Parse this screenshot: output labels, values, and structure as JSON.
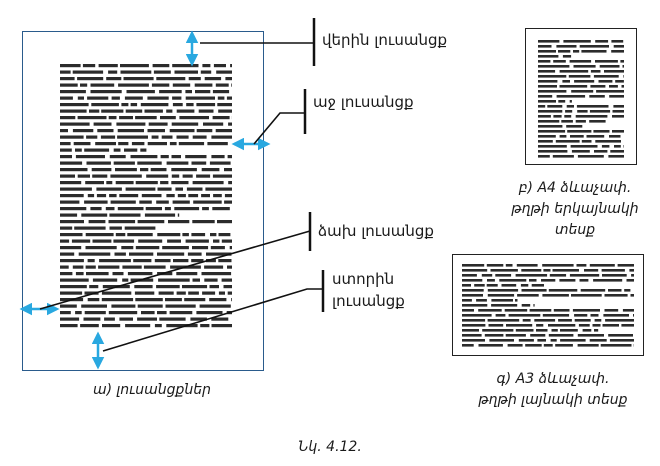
{
  "figure_caption": "Նկ. 4.12.",
  "main_page": {
    "caption": "ա) լուսանցքներ",
    "labels": {
      "top": "վերին լուսանցք",
      "right": "աջ լուսանցք",
      "left": "ձախ լուսանցք",
      "bottom_line1": "ստորին",
      "bottom_line2": "լուսանցք"
    }
  },
  "a4_portrait": {
    "caption_line1": "բ) A4 ձևաչափ.",
    "caption_line2": "թղթի երկայնակի",
    "caption_line3": "տեսք"
  },
  "a3_landscape": {
    "caption_line1": "գ) A3 ձևաչափ.",
    "caption_line2": "թղթի լայնակի տեսք"
  },
  "colors": {
    "arrow": "#29a8e0",
    "leader": "#111111",
    "frame_main": "#2a5b8c",
    "text_blocks": "#2b2b2b"
  }
}
